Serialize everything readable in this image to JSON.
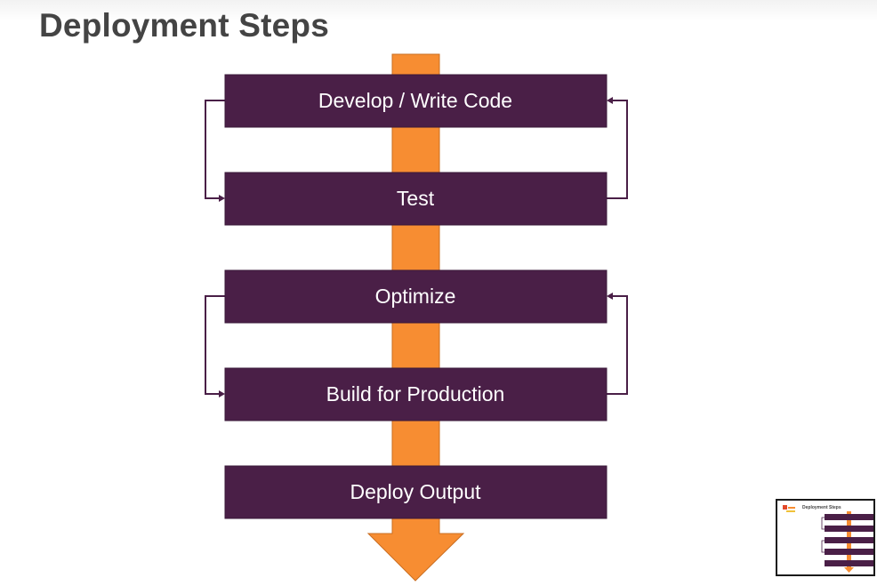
{
  "title": "Deployment Steps",
  "steps": [
    {
      "label": "Develop / Write Code"
    },
    {
      "label": "Test"
    },
    {
      "label": "Optimize"
    },
    {
      "label": "Build for Production"
    },
    {
      "label": "Deploy Output"
    }
  ],
  "colors": {
    "step_fill": "#4a1f47",
    "arrow_fill": "#f78d32",
    "loop_line": "#4a1f47",
    "title": "#444444"
  },
  "thumbnail": {
    "title": "Deployment Steps"
  }
}
